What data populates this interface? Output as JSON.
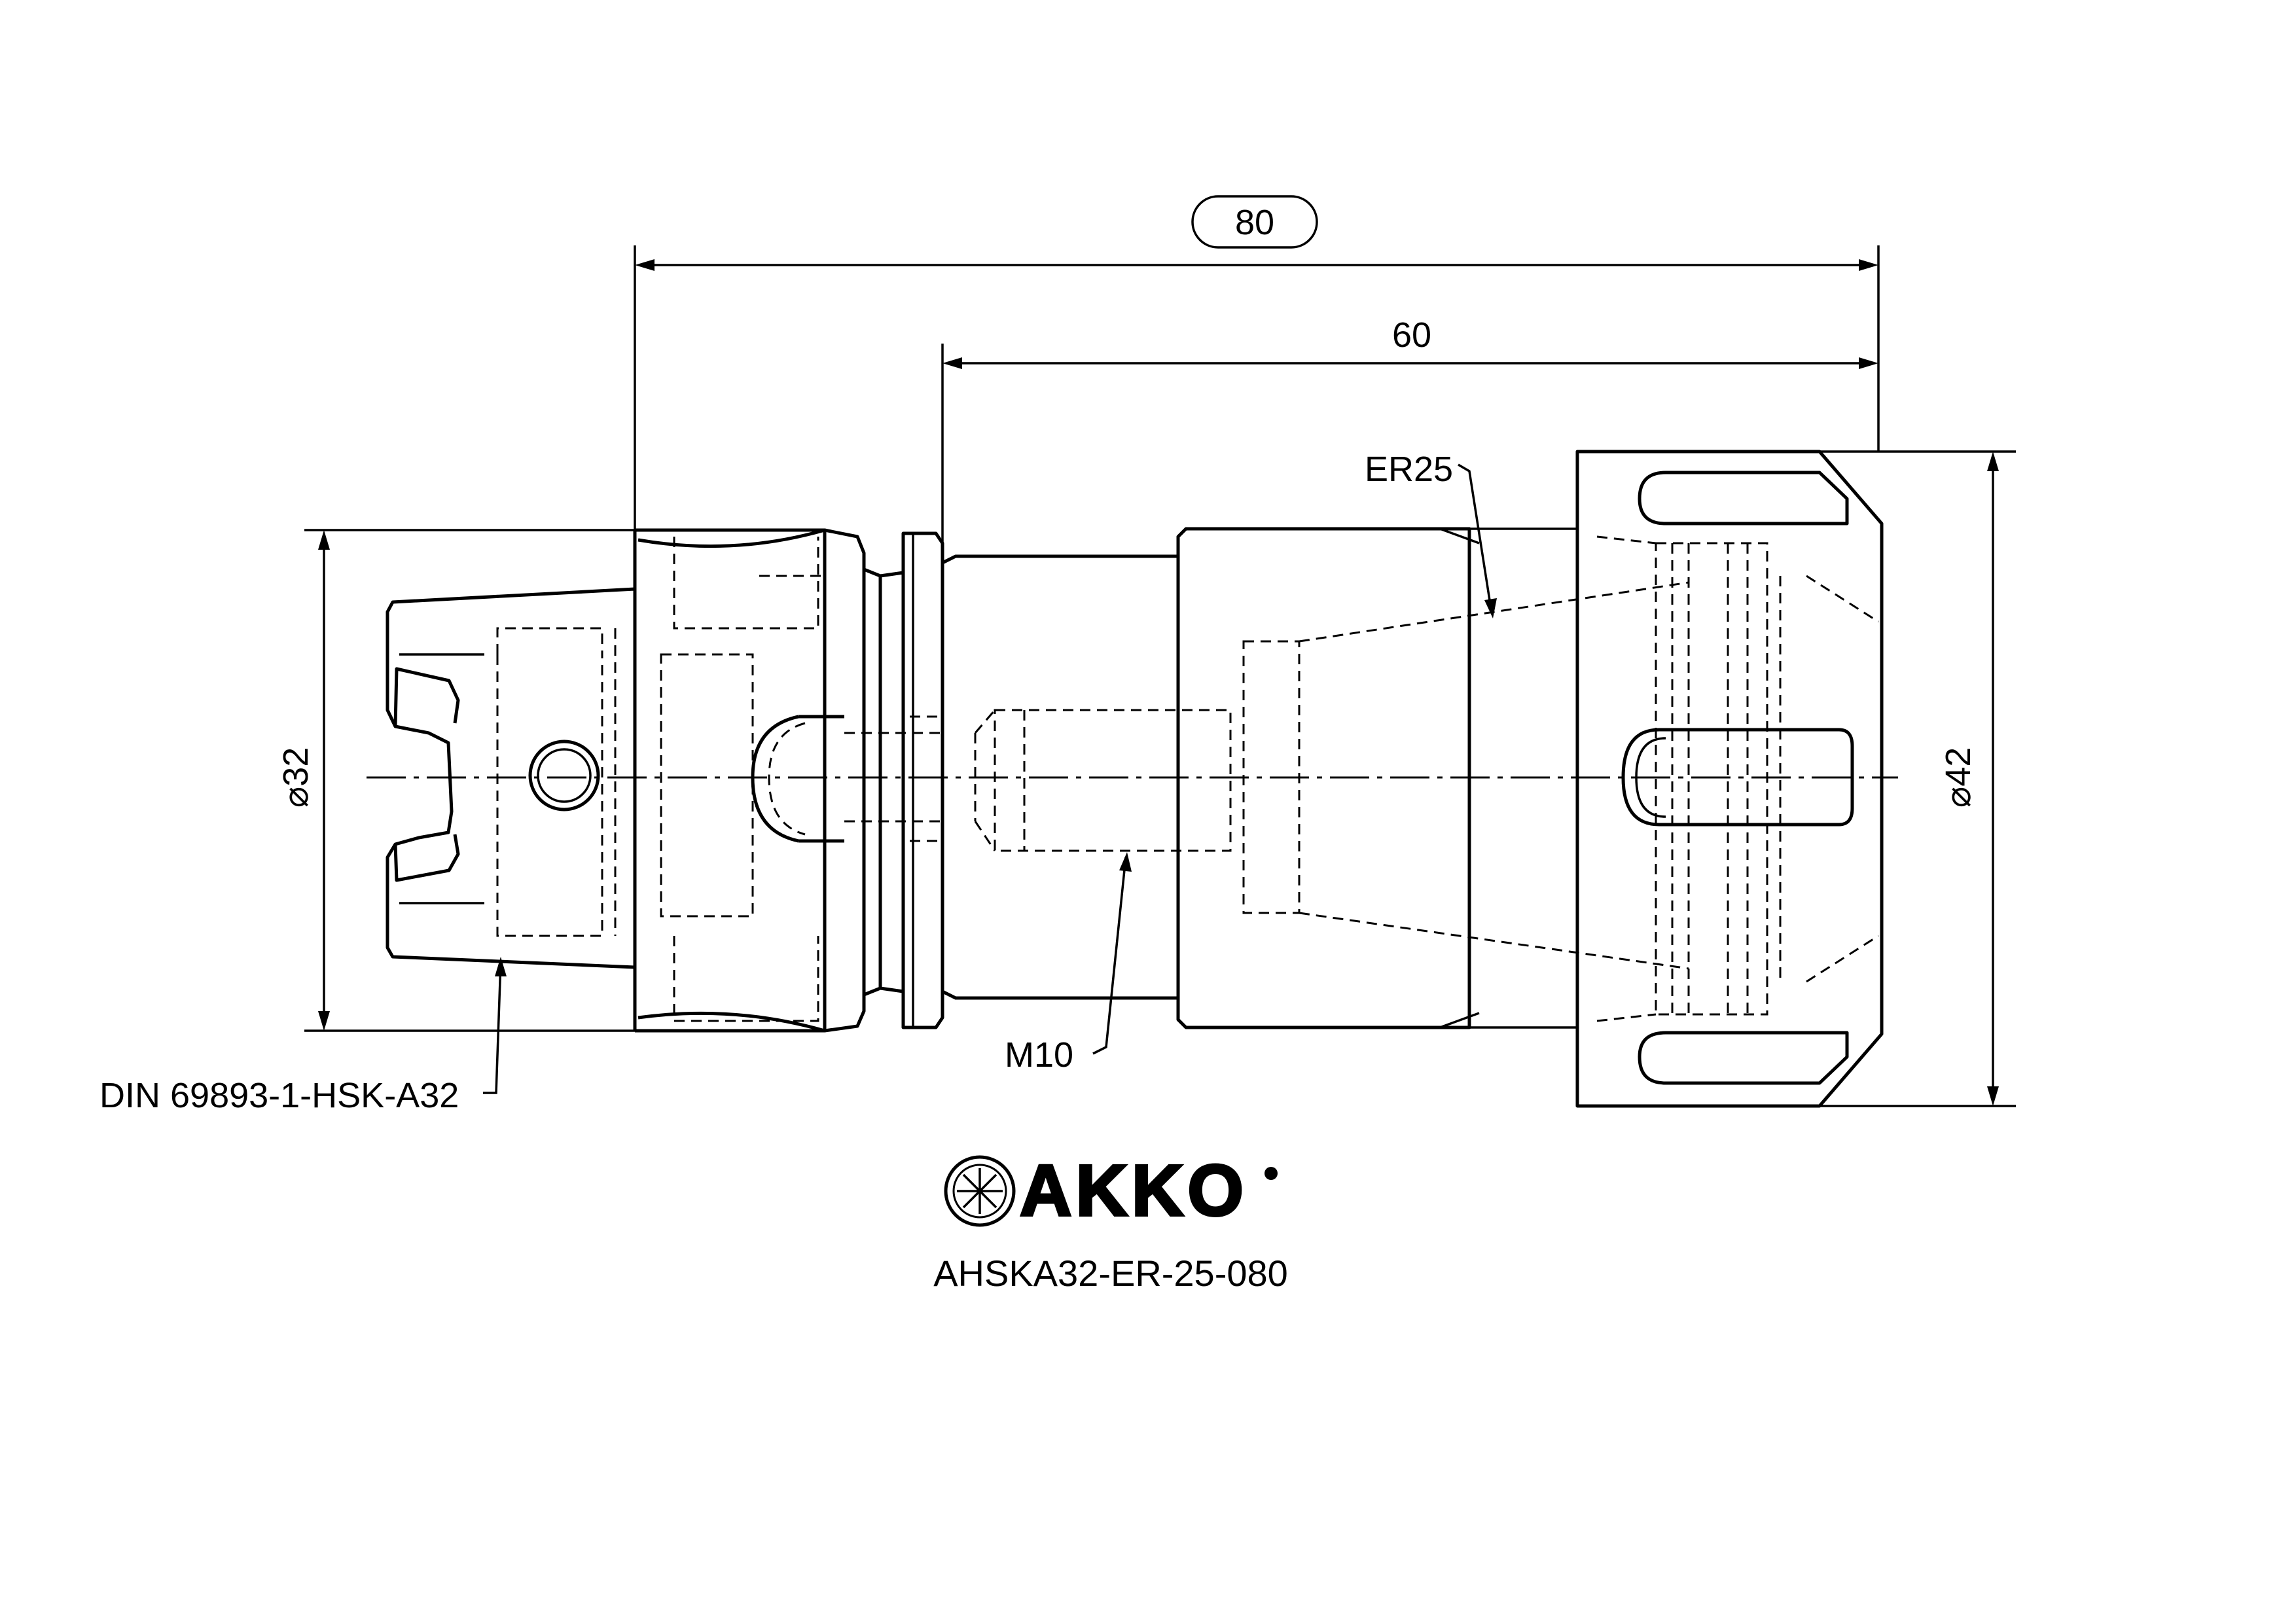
{
  "dimensions": {
    "overall_length": "80",
    "gauge_length": "60",
    "shank_diameter": "⌀32",
    "nut_diameter": "⌀42"
  },
  "callouts": {
    "shank_standard": "DIN 69893-1-HSK-A32",
    "collet_type": "ER25",
    "thread": "M10"
  },
  "brand": {
    "logo_text": "AKKO",
    "part_number": "AHSKA32-ER-25-080"
  },
  "colors": {
    "ink": "#000000",
    "paper": "#ffffff"
  }
}
